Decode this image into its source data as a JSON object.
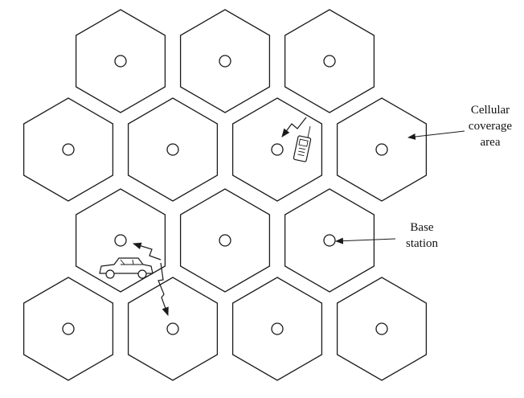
{
  "diagram": {
    "labels": {
      "coverage": [
        "Cellular",
        "coverage",
        "area"
      ],
      "base": [
        "Base",
        "station"
      ]
    },
    "rows": [
      {
        "cells": 3,
        "offset": "inner"
      },
      {
        "cells": 4,
        "offset": "outer"
      },
      {
        "cells": 3,
        "offset": "inner"
      },
      {
        "cells": 4,
        "offset": "outer"
      }
    ],
    "icons": {
      "phone": "mobile-phone-icon",
      "car": "car-icon",
      "radio_link": "radio-link-icon"
    }
  }
}
